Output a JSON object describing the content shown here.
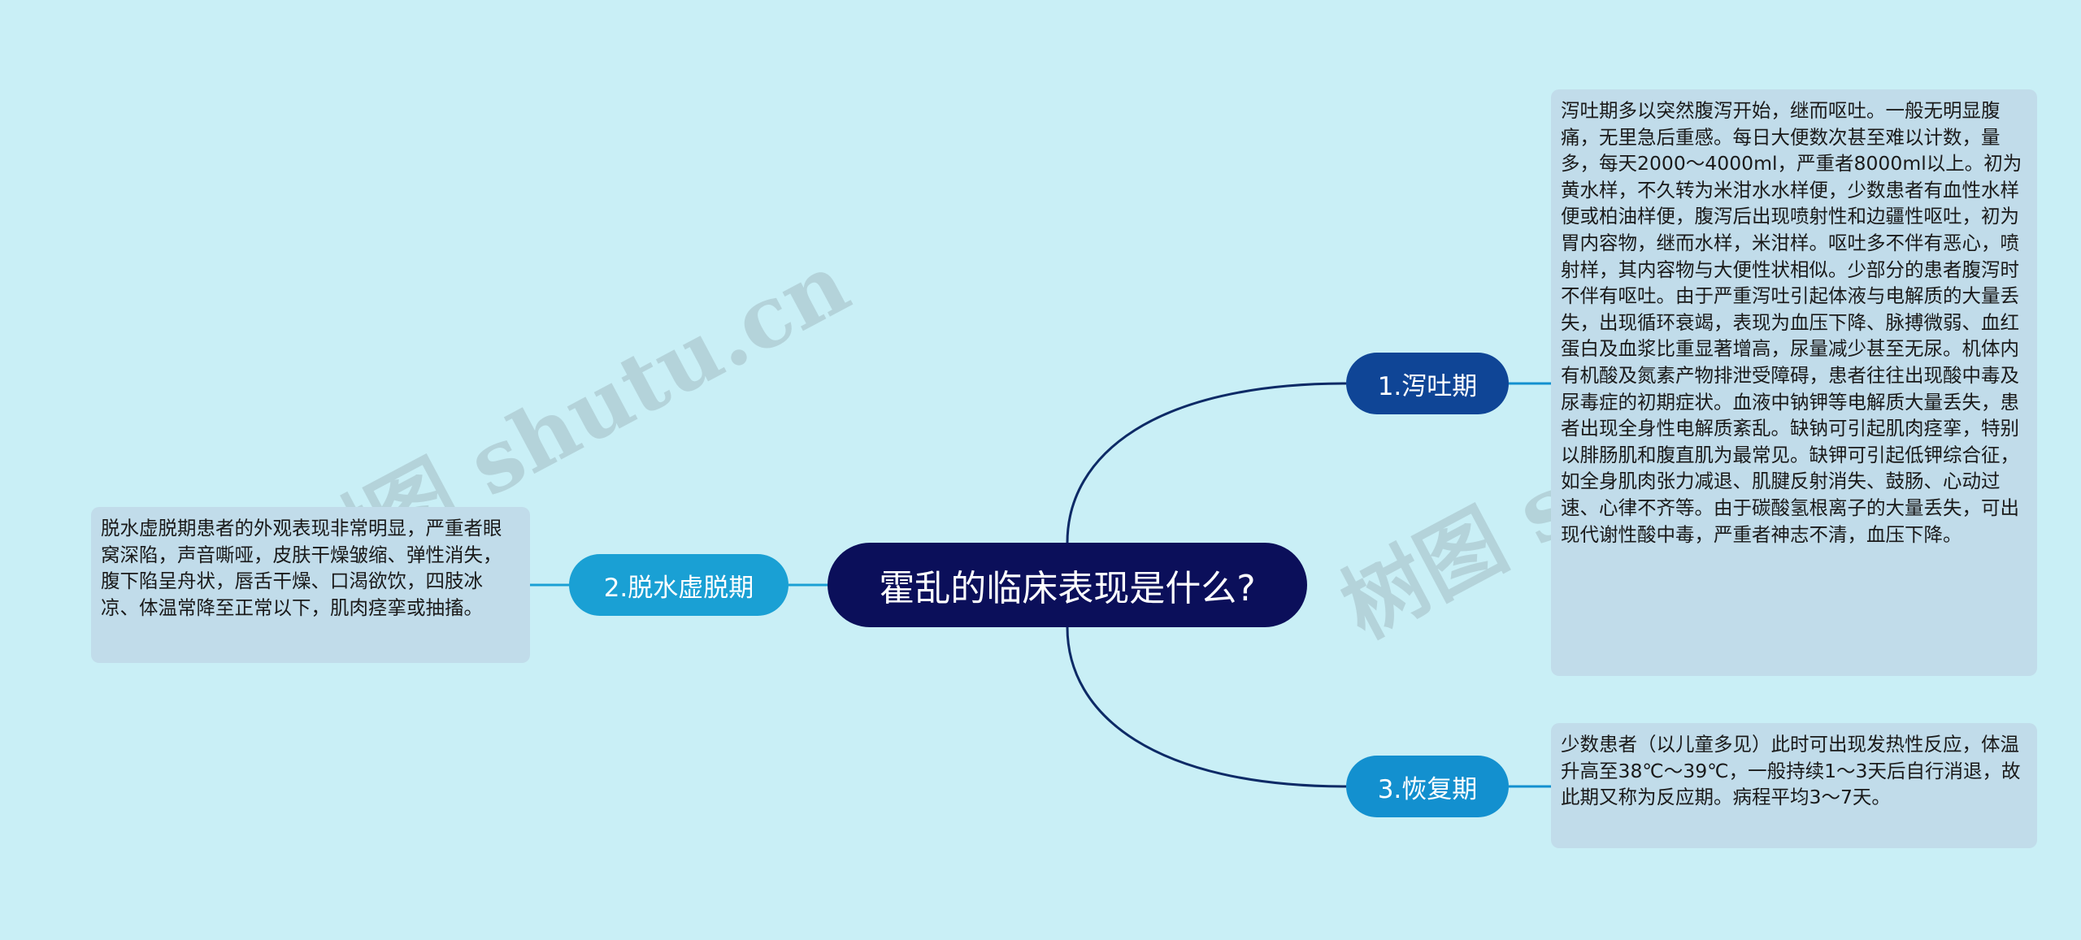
{
  "watermark": {
    "left_text": "树图 shutu.cn",
    "right_text": "树图 shutu.cn"
  },
  "colors": {
    "background": "#c9eff6",
    "central_fill": "#0b0f5a",
    "branch1_fill": "#0f4596",
    "branch2_fill": "#1aa0d4",
    "branch3_fill": "#1390cf",
    "leaf_fill": "#c1dcea",
    "edge_dark": "#0d2a66",
    "edge_light": "#1aa0d4"
  },
  "central": {
    "title": "霍乱的临床表现是什么?"
  },
  "branches": [
    {
      "label": "1.泻吐期",
      "text": "泻吐期多以突然腹泻开始，继而呕吐。一般无明显腹痛，无里急后重感。每日大便数次甚至难以计数，量多，每天2000～4000ml，严重者8000ml以上。初为黄水样，不久转为米泔水水样便，少数患者有血性水样便或柏油样便，腹泻后出现喷射性和边疆性呕吐，初为胃内容物，继而水样，米泔样。呕吐多不伴有恶心，喷射样，其内容物与大便性状相似。少部分的患者腹泻时不伴有呕吐。由于严重泻吐引起体液与电解质的大量丢失，出现循环衰竭，表现为血压下降、脉搏微弱、血红蛋白及血浆比重显著增高，尿量减少甚至无尿。机体内有机酸及氮素产物排泄受障碍，患者往往出现酸中毒及尿毒症的初期症状。血液中钠钾等电解质大量丢失，患者出现全身性电解质紊乱。缺钠可引起肌肉痉挛，特别以腓肠肌和腹直肌为最常见。缺钾可引起低钾综合征，如全身肌肉张力减退、肌腱反射消失、鼓肠、心动过速、心律不齐等。由于碳酸氢根离子的大量丢失，可出现代谢性酸中毒，严重者神志不清，血压下降。"
    },
    {
      "label": "2.脱水虚脱期",
      "text": "脱水虚脱期患者的外观表现非常明显，严重者眼窝深陷，声音嘶哑，皮肤干燥皱缩、弹性消失，腹下陷呈舟状，唇舌干燥、口渴欲饮，四肢冰凉、体温常降至正常以下，肌肉痉挛或抽搐。"
    },
    {
      "label": "3.恢复期",
      "text": "少数患者（以儿童多见）此时可出现发热性反应，体温升高至38℃～39℃，一般持续1～3天后自行消退，故此期又称为反应期。病程平均3～7天。"
    }
  ]
}
